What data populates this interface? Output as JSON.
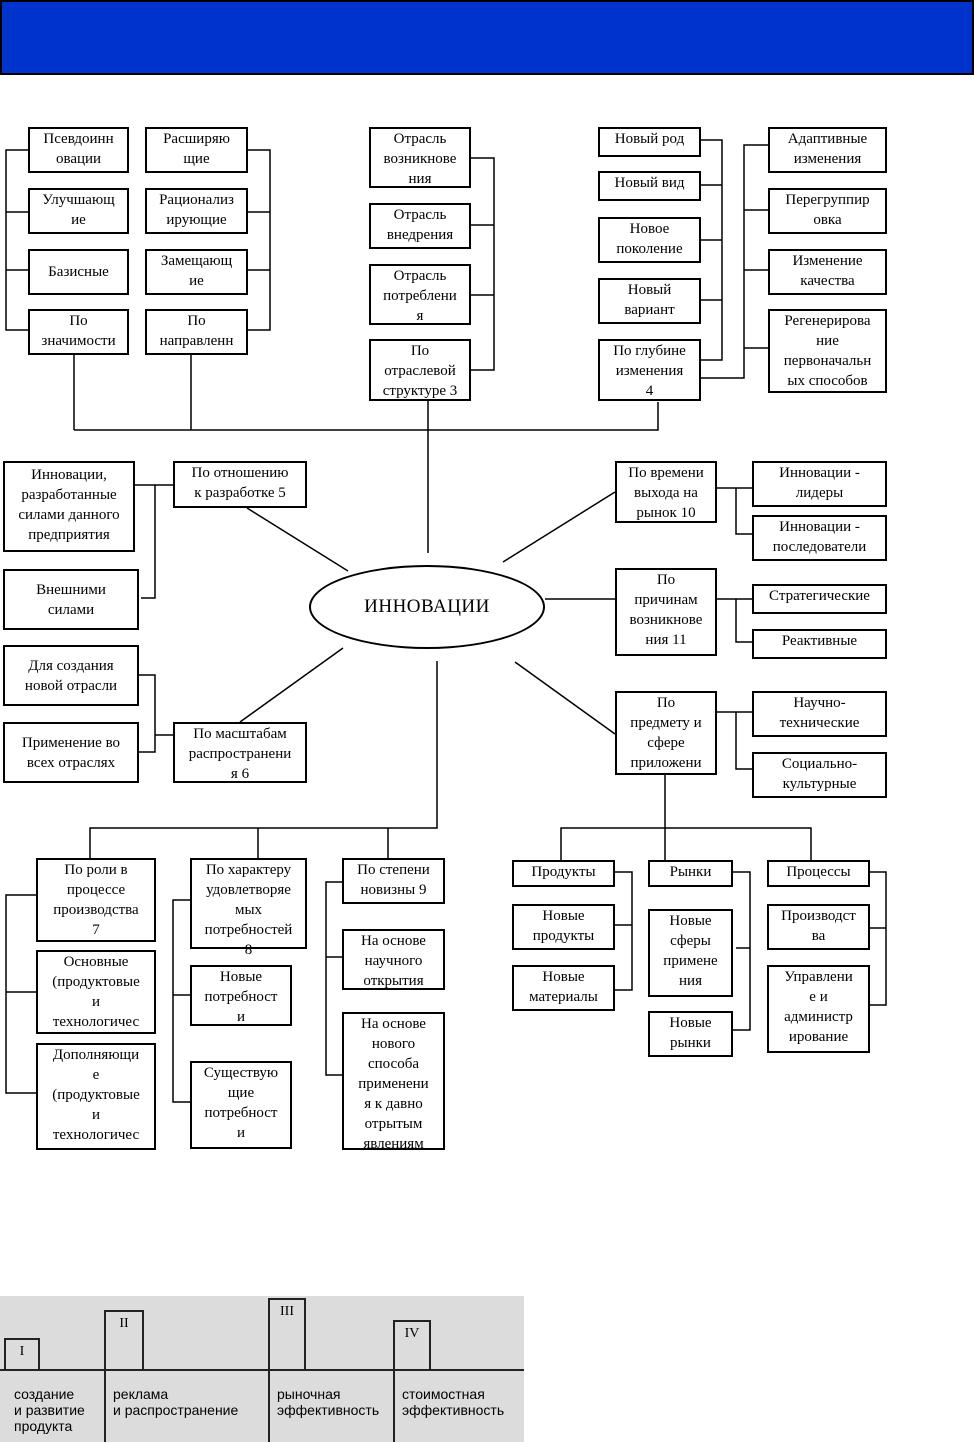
{
  "diagram": {
    "center": "ИННОВАЦИИ",
    "boxes": {
      "b1": "Псевдоинн\nовации",
      "b2": "Улучшающ\nие",
      "b3": "Базисные",
      "b4": "По\nзначимости",
      "b5": "Расширяю\nщие",
      "b6": "Рационализ\nирующие",
      "b7": "Замещающ\nие",
      "b8": "По\nнаправленн",
      "b9": "Отрасль\nвозникнове\nния",
      "b10": "Отрасль\nвнедрения",
      "b11": "Отрасль\nпотреблени\nя",
      "b12": "По\nотраслевой\nструктуре 3",
      "b13": "Новый род",
      "b14": "Новый вид",
      "b15": "Новое\nпоколение",
      "b16": "Новый\nвариант",
      "b17": "По глубине\nизменения\n4",
      "b18": "Адаптивные\nизменения",
      "b19": "Перегруппир\nовка",
      "b20": "Изменение\nкачества",
      "b21": "Регенерирова\nние\nпервоначальн\nых способов",
      "b22": "Инновации,\nразработанные\nсилами данного\nпредприятия",
      "b23": "По отношению\nк разработке 5",
      "b24": "Внешними\nсилами",
      "b25": "По времени\nвыхода на\nрынок 10",
      "b26": "Инновации -\nлидеры",
      "b27": "Инновации -\nпоследователи",
      "b28": "По\nпричинам\nвозникнове\nния 11",
      "b29": "Стратегические",
      "b30": "Реактивные",
      "b31": "Для создания\nновой отрасли",
      "b32": "Применение во\nвсех отраслях",
      "b33": "По масштабам\nраспространени\nя 6",
      "b34": "По\nпредмету и\nсфере\nприложени",
      "b35": "Научно-\nтехнические",
      "b36": "Социально-\nкультурные",
      "b37": "По роли в\nпроцессе\nпроизводства\n7",
      "b38": "Основные\n(продуктовые\nи\nтехнологичес",
      "b39": "Дополняющи\nе\n(продуктовые\nи\nтехнологичес",
      "b40": "По характеру\nудовлетворяе\nмых\nпотребностей\n8",
      "b41": "Новые\nпотребност\nи",
      "b42": "Существую\nщие\nпотребност\nи",
      "b43": "По степени\nновизны 9",
      "b44": "На основе\nнаучного\nоткрытия",
      "b45": "На основе\nнового\nспособа\nприменени\nя к давно\nотрытым\nявлениям",
      "b46": "Продукты",
      "b47": "Новые\nпродукты",
      "b48": "Новые\nматериалы",
      "b49": "Рынки",
      "b50": "Новые\nсферы\nпримене\nния",
      "b51": "Новые\nрынки",
      "b52": "Процессы",
      "b53": "Производст\nва",
      "b54": "Управлени\nе и\nадминистр\nирование"
    }
  },
  "stages": {
    "items": [
      {
        "numeral": "I",
        "label": "создание\nи развитие\nпродукта"
      },
      {
        "numeral": "II",
        "label": "реклама\nи распространение"
      },
      {
        "numeral": "III",
        "label": "рыночная\nэффективность"
      },
      {
        "numeral": "IV",
        "label": "стоимостная\nэффективность"
      }
    ]
  },
  "colors": {
    "banner": "#0033cc",
    "stage_background": "#dcdcdc"
  }
}
